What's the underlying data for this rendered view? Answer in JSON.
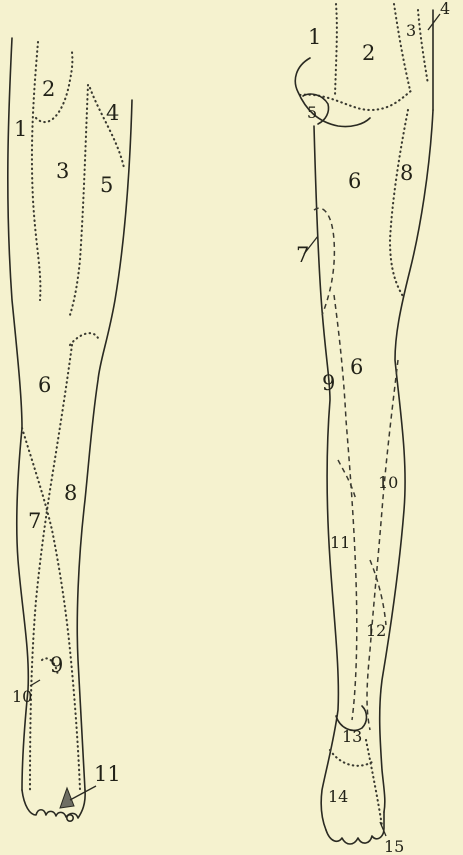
{
  "left_leg": {
    "labels": [
      "1",
      "2",
      "3",
      "4",
      "5",
      "6",
      "7",
      "8",
      "9",
      "10",
      "11"
    ]
  },
  "right_leg": {
    "labels": [
      "1",
      "2",
      "3",
      "4",
      "5",
      "6",
      "8",
      "7",
      "9",
      "6",
      "10",
      "11",
      "12",
      "13",
      "14",
      "15"
    ]
  }
}
